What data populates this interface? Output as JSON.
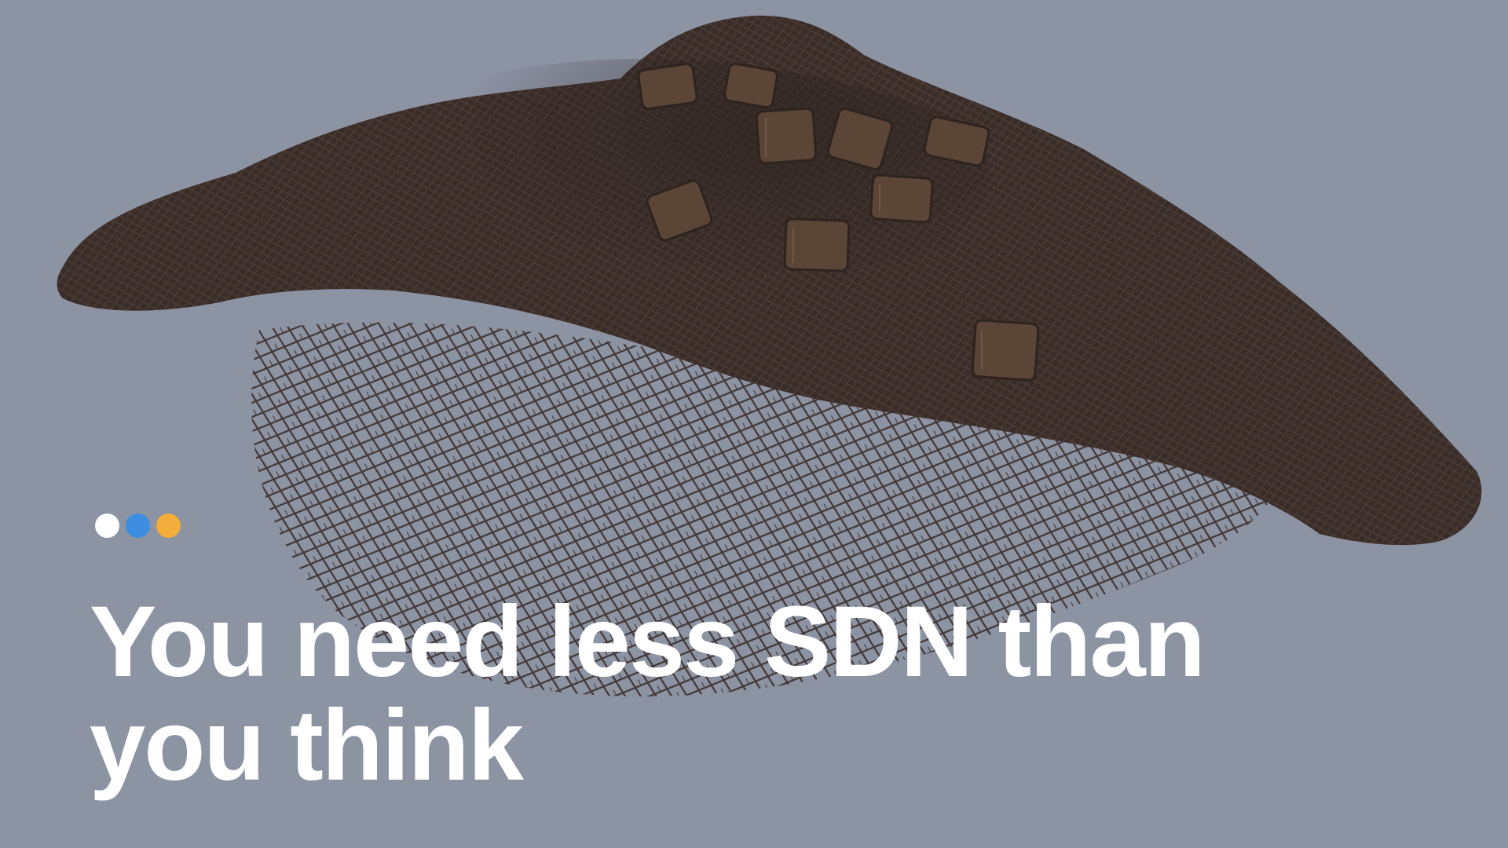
{
  "slide": {
    "background_color": "#8c93a3",
    "image": {
      "subject": "fishing-net-with-wooden-floats",
      "net_color": "#3b2e2a",
      "float_color": "#5a4536"
    },
    "dots": [
      {
        "name": "white-dot",
        "color": "#ffffff"
      },
      {
        "name": "blue-dot",
        "color": "#3d8ee0"
      },
      {
        "name": "orange-dot",
        "color": "#f2ad3a"
      }
    ],
    "title": "You need less SDN than you think"
  }
}
